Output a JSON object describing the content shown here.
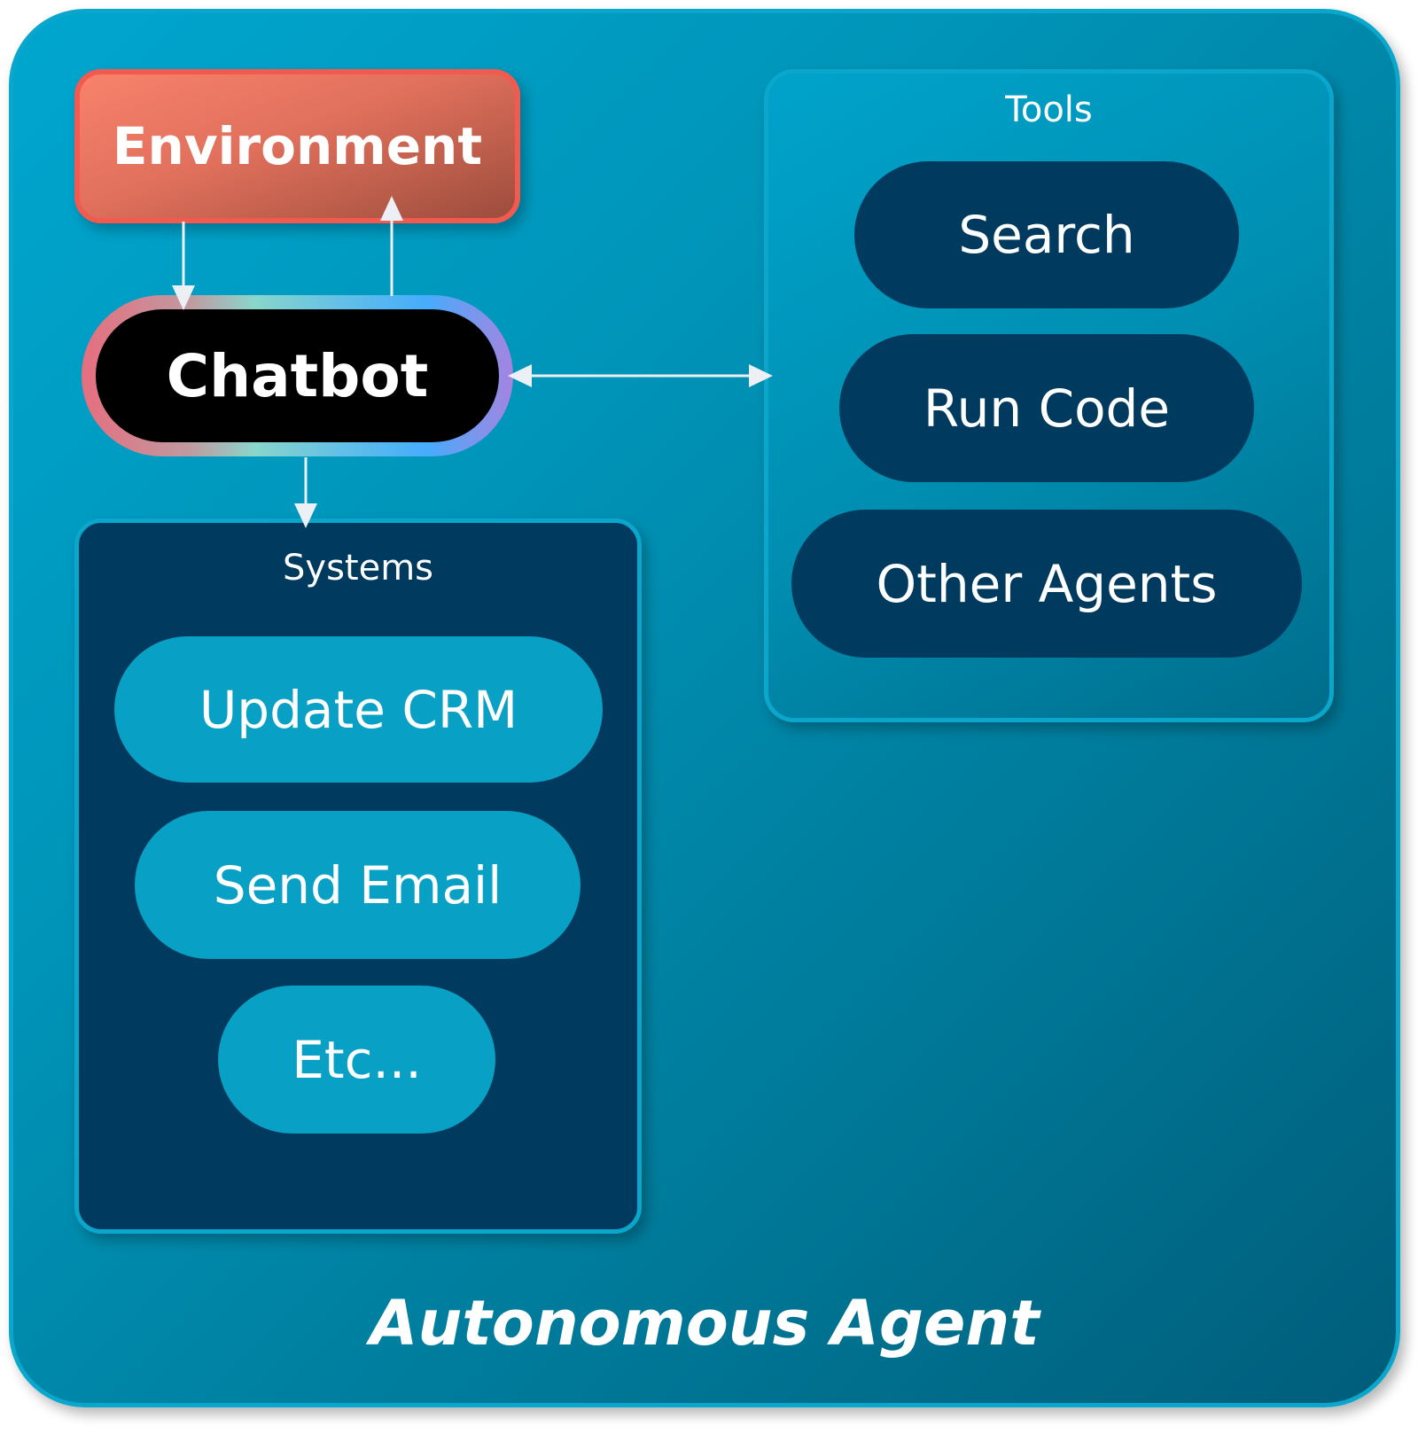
{
  "title": "Autonomous Agent",
  "environment": {
    "label": "Environment"
  },
  "chatbot": {
    "label": "Chatbot"
  },
  "tools": {
    "title": "Tools",
    "items": [
      {
        "label": "Search"
      },
      {
        "label": "Run Code"
      },
      {
        "label": "Other Agents"
      }
    ]
  },
  "systems": {
    "title": "Systems",
    "items": [
      {
        "label": "Update CRM"
      },
      {
        "label": "Send Email"
      },
      {
        "label": "Etc..."
      }
    ]
  },
  "connections": [
    {
      "from": "Environment",
      "to": "Chatbot",
      "direction": "one-way"
    },
    {
      "from": "Chatbot",
      "to": "Environment",
      "direction": "one-way"
    },
    {
      "from": "Chatbot",
      "to": "Tools",
      "direction": "two-way"
    },
    {
      "from": "Chatbot",
      "to": "Systems",
      "direction": "one-way"
    }
  ],
  "colors": {
    "agent_background_start": "#00a6cf",
    "agent_background_end": "#005d7a",
    "agent_border": "#0aa6cb",
    "environment_fill": "#e0705c",
    "environment_border": "#f25a50",
    "chatbot_fill": "#000000",
    "tool_pill": "#003a5e",
    "systems_panel": "#003a5e",
    "system_pill": "#08a0c4",
    "arrow": "#eceff4"
  }
}
